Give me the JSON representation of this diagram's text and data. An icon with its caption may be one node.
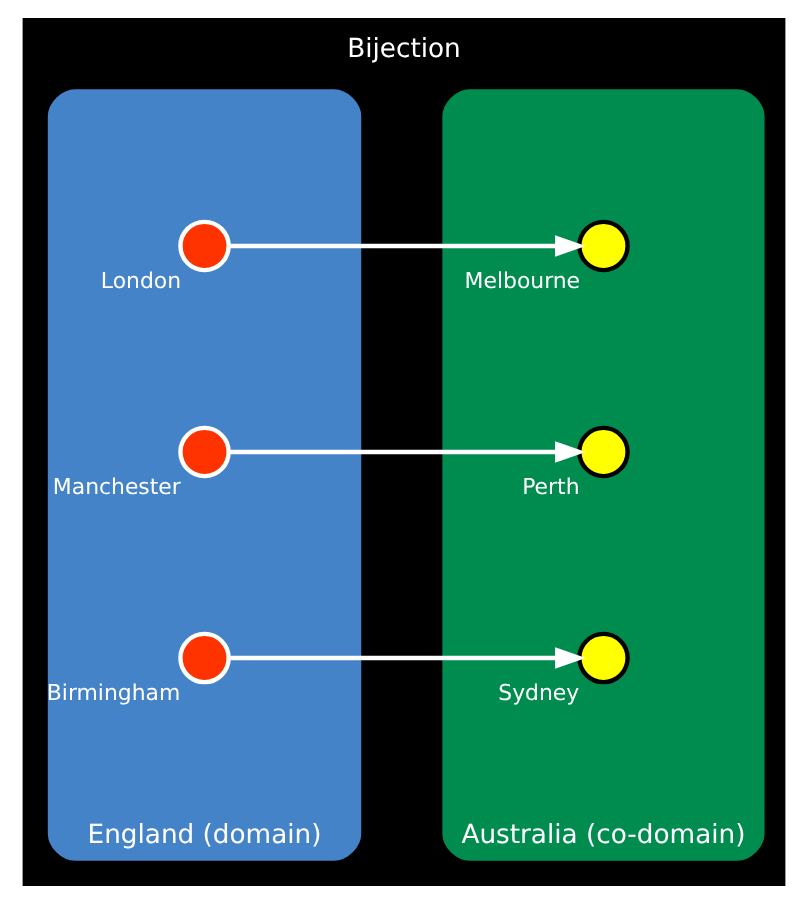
{
  "diagram": {
    "title": "Bijection",
    "nodes": [
      {
        "text": [
          "England (domain)"
        ]
      },
      {
        "text": [],
        "shape": "circle",
        "in": 0,
        "beside": [
          "London"
        ]
      },
      {
        "text": [],
        "shape": "circle",
        "in": 0,
        "beside": [
          "Manchester"
        ]
      },
      {
        "text": [],
        "shape": "circle",
        "in": 0,
        "beside": [
          "Birmingham"
        ]
      },
      {
        "text": [
          "Australia (co-domain)"
        ]
      },
      {
        "text": [],
        "shape": "circle",
        "in": 4,
        "beside": [
          "Sydney"
        ]
      },
      {
        "text": [],
        "shape": "circle",
        "in": 4,
        "beside": [
          "Melbourne"
        ]
      },
      {
        "text": [],
        "shape": "circle",
        "in": 4,
        "beside": [
          "Perth"
        ]
      }
    ],
    "edges": [
      {
        "from": 1,
        "to": 6,
        "arrow": "to"
      },
      {
        "from": 2,
        "to": 7,
        "arrow": "to"
      },
      {
        "from": 3,
        "to": 5,
        "arrow": "to"
      }
    ]
  }
}
